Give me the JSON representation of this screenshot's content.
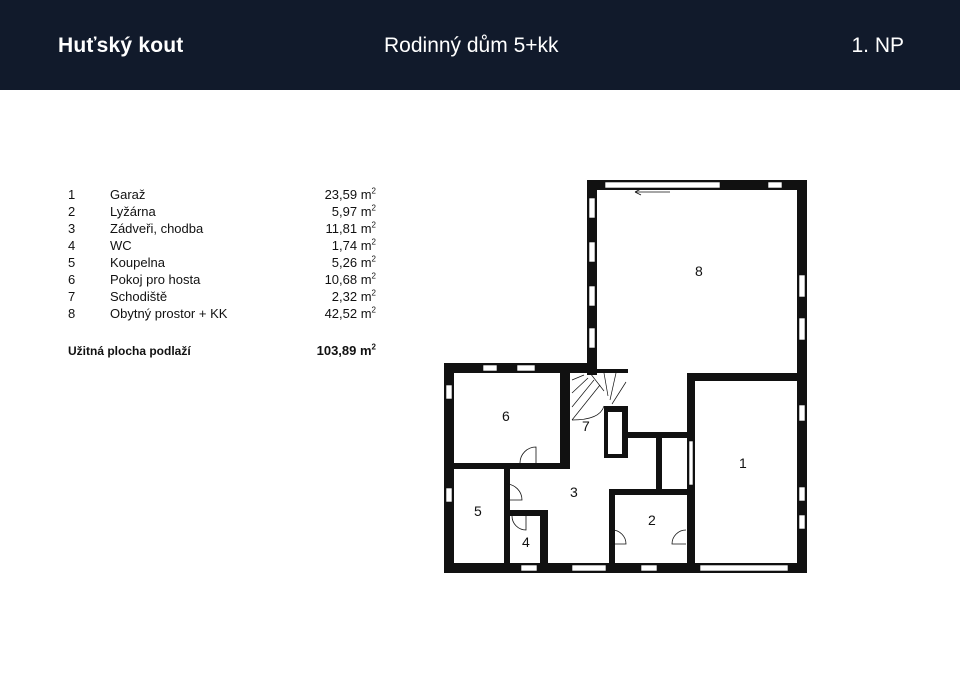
{
  "header": {
    "brand": "Huťský kout",
    "title": "Rodinný dům 5+kk",
    "floor": "1. NP"
  },
  "legend": {
    "rows": [
      {
        "num": "1",
        "name": "Garaž",
        "area": "23,59 m"
      },
      {
        "num": "2",
        "name": "Lyžárna",
        "area": "5,97 m"
      },
      {
        "num": "3",
        "name": "Zádveři, chodba",
        "area": "11,81 m"
      },
      {
        "num": "4",
        "name": "WC",
        "area": "1,74 m"
      },
      {
        "num": "5",
        "name": "Koupelna",
        "area": "5,26 m"
      },
      {
        "num": "6",
        "name": "Pokoj pro hosta",
        "area": "10,68 m"
      },
      {
        "num": "7",
        "name": "Schodiště",
        "area": "2,32 m"
      },
      {
        "num": "8",
        "name": "Obytný prostor + KK",
        "area": "42,52 m"
      }
    ],
    "area_unit_exponent": "2",
    "total_label": "Užitná plocha podlaží",
    "total_area": "103,89 m"
  },
  "plan": {
    "room_labels": [
      "8",
      "6",
      "7",
      "1",
      "3",
      "2",
      "5",
      "4"
    ]
  },
  "colors": {
    "header_bg": "#111a2b",
    "header_text": "#ffffff",
    "wall": "#111111"
  }
}
